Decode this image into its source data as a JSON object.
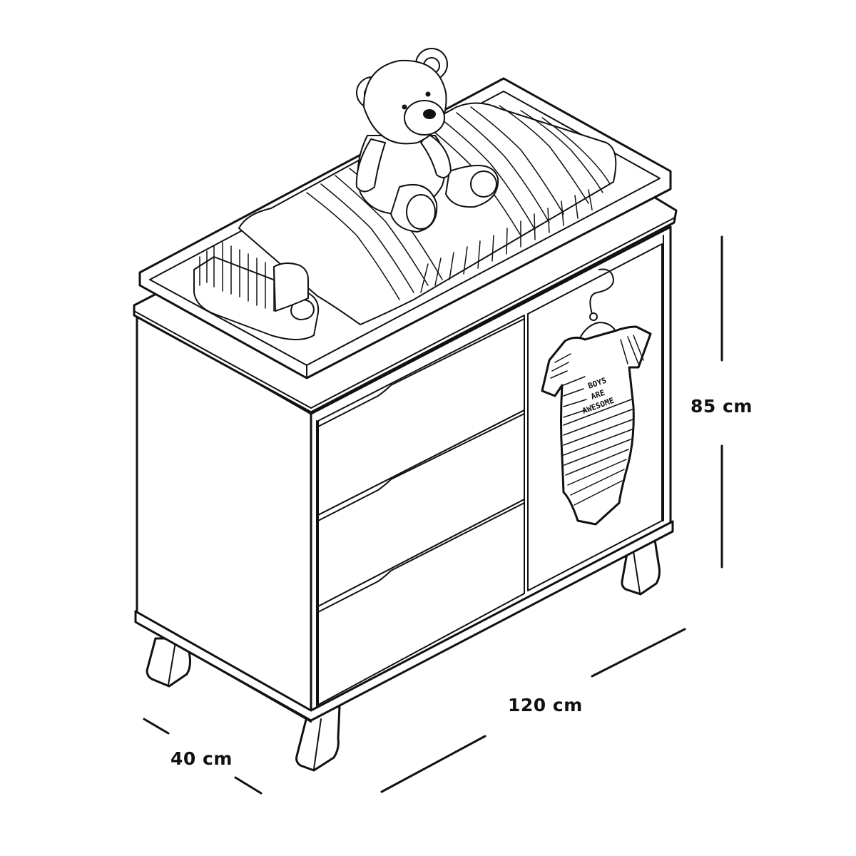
{
  "diagram": {
    "subject": "Baby changing dresser with changing pad, 3 drawers and a door",
    "colors": {
      "line": "#111111",
      "background": "#ffffff"
    },
    "dimensions": {
      "height": {
        "label": "85 cm",
        "value": 85,
        "unit": "cm"
      },
      "width": {
        "label": "120 cm",
        "value": 120,
        "unit": "cm"
      },
      "depth": {
        "label": "40 cm",
        "value": 40,
        "unit": "cm"
      }
    },
    "components": {
      "drawers": 3,
      "doors": 1,
      "legs": 4,
      "accessories": [
        "teddy-bear",
        "changing-pad",
        "diaper-caddy",
        "hanging-onesie"
      ]
    },
    "onesie_text": {
      "line1": "BOYS",
      "line2": "ARE",
      "line3": "AWESOME"
    }
  }
}
